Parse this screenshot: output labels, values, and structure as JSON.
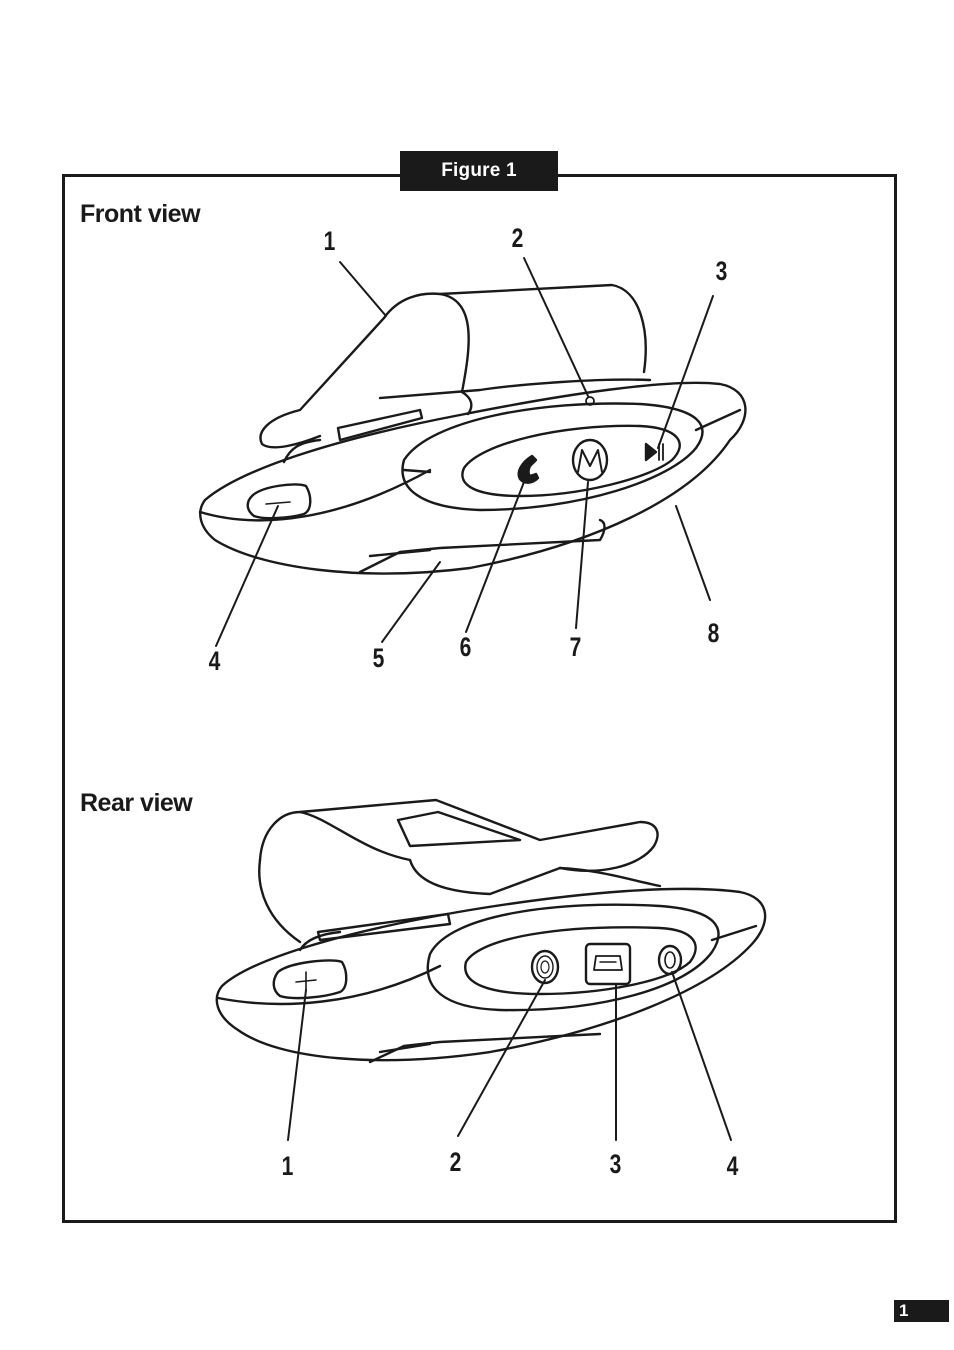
{
  "figure_label": "Figure 1",
  "front_view": {
    "title": "Front view",
    "callouts": [
      "1",
      "2",
      "3",
      "4",
      "5",
      "6",
      "7",
      "8"
    ]
  },
  "rear_view": {
    "title": "Rear view",
    "callouts": [
      "1",
      "2",
      "3",
      "4"
    ]
  },
  "page_number": "1",
  "icons": {
    "call": "phone-handset-icon",
    "brand": "motorola-logo-icon",
    "play_pause": "play-pause-icon",
    "usb": "mini-usb-port-icon"
  }
}
